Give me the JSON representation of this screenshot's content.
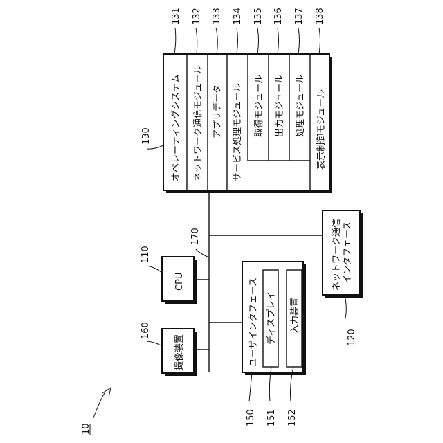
{
  "figure": {
    "system_ref": "10",
    "cpu": {
      "ref": "110",
      "label": "CPU"
    },
    "network_interface": {
      "ref": "120",
      "label_line1": "ネットワーク通信",
      "label_line2": "インタフェース"
    },
    "bus": {
      "ref": "170"
    },
    "camera": {
      "ref": "160",
      "label": "撮像装置"
    },
    "user_interface": {
      "ref": "150",
      "label": "ユーザインタフェース",
      "display": {
        "ref": "151",
        "label": "ディスプレイ"
      },
      "input": {
        "ref": "152",
        "label": "入力装置"
      }
    },
    "memory": {
      "ref": "130",
      "os": {
        "ref": "131",
        "label": "オペレーティングシステム"
      },
      "network_module": {
        "ref": "132",
        "label": "ネットワーク通信モジュール"
      },
      "app_data": {
        "ref": "133",
        "label": "アプリデータ"
      },
      "service_module": {
        "ref": "134",
        "label": "サービス処理モジュール"
      },
      "acquire_module": {
        "ref": "135",
        "label": "取得モジュール"
      },
      "output_module": {
        "ref": "136",
        "label": "出力モジュール"
      },
      "process_module": {
        "ref": "137",
        "label": "処理モジュール"
      },
      "display_control_module": {
        "ref": "138",
        "label": "表示制御モジュール"
      }
    }
  }
}
